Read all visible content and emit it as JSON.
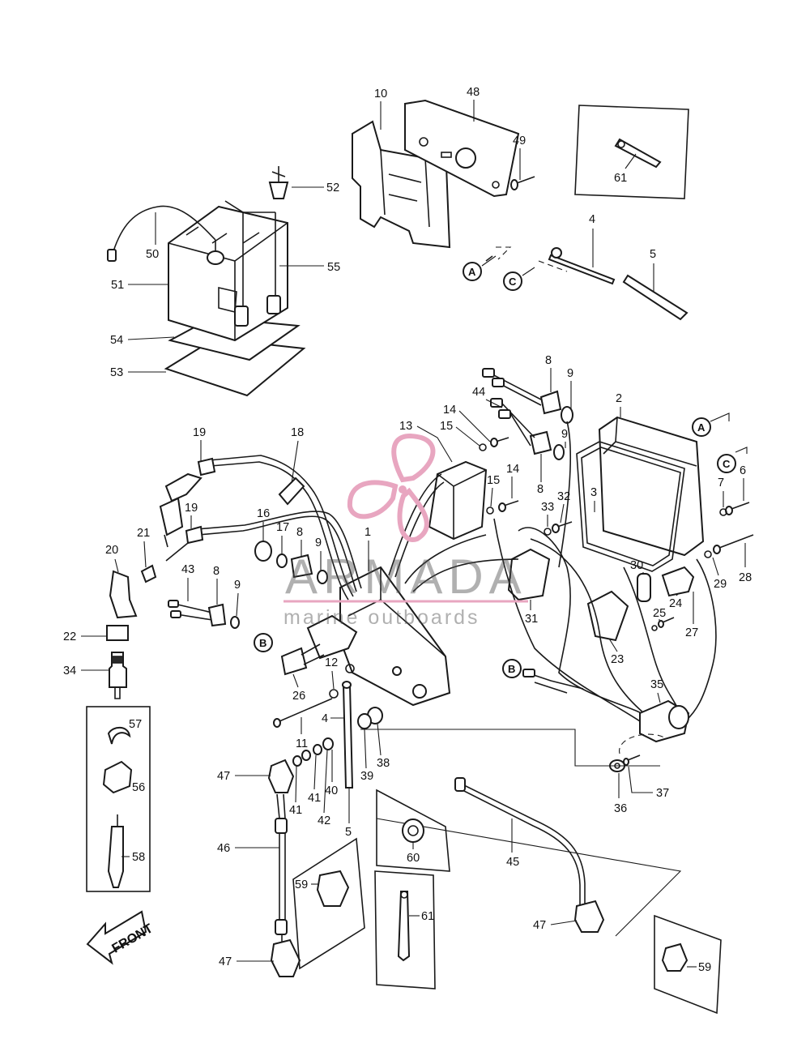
{
  "watermark": {
    "brand": "ARMADA",
    "tagline": "marine outboards",
    "accent_color": "#e8a6c0",
    "line_color": "#e8a6c0"
  },
  "direction_label": "FRONT",
  "reference_markers": [
    "A",
    "B",
    "C"
  ],
  "callouts": {
    "c1": "1",
    "c2": "2",
    "c3": "3",
    "c4a": "4",
    "c4b": "4",
    "c5a": "5",
    "c5b": "5",
    "c6": "6",
    "c7": "7",
    "c8a": "8",
    "c8b": "8",
    "c8c": "8",
    "c8d": "8",
    "c9a": "9",
    "c9b": "9",
    "c9c": "9",
    "c9d": "9",
    "c10": "10",
    "c11": "11",
    "c12": "12",
    "c13": "13",
    "c14a": "14",
    "c14b": "14",
    "c15a": "15",
    "c15b": "15",
    "c16": "16",
    "c17": "17",
    "c18": "18",
    "c19a": "19",
    "c19b": "19",
    "c20": "20",
    "c21": "21",
    "c22": "22",
    "c23": "23",
    "c24": "24",
    "c25": "25",
    "c26": "26",
    "c27": "27",
    "c28": "28",
    "c29": "29",
    "c30": "30",
    "c31": "31",
    "c32": "32",
    "c33": "33",
    "c34": "34",
    "c35": "35",
    "c36": "36",
    "c37": "37",
    "c38": "38",
    "c39": "39",
    "c40": "40",
    "c41a": "41",
    "c41b": "41",
    "c42": "42",
    "c43": "43",
    "c44": "44",
    "c45": "45",
    "c46": "46",
    "c47a": "47",
    "c47b": "47",
    "c47c": "47",
    "c48": "48",
    "c49": "49",
    "c50": "50",
    "c51": "51",
    "c52": "52",
    "c53": "53",
    "c54": "54",
    "c55": "55",
    "c56": "56",
    "c57": "57",
    "c58": "58",
    "c59a": "59",
    "c59b": "59",
    "c60": "60",
    "c61a": "61",
    "c61b": "61"
  }
}
